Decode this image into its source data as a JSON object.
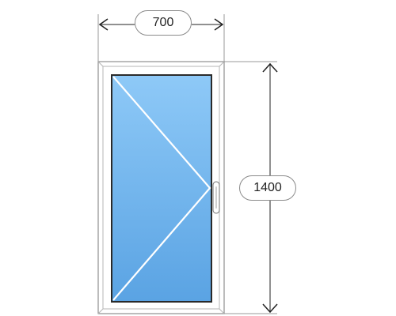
{
  "dimensions": {
    "width_label": "700",
    "height_label": "1400",
    "unit": ""
  },
  "window": {
    "type": "single-sash-casement",
    "opening_side": "left-hinged",
    "handle_side": "right"
  },
  "colors": {
    "frame": "#ffffff",
    "frame_stroke": "#7a7a7a",
    "glass_top": "#8ec9f7",
    "glass_bottom": "#5aa3e3",
    "sash_edge": "#2a2a2a",
    "opening_lines": "#ffffff",
    "dimension_lines": "#222222",
    "extension_lines": "#9a9a9a"
  },
  "icons": {
    "handle": "window-handle-icon",
    "arrows": "chevron-arrow-icon"
  }
}
